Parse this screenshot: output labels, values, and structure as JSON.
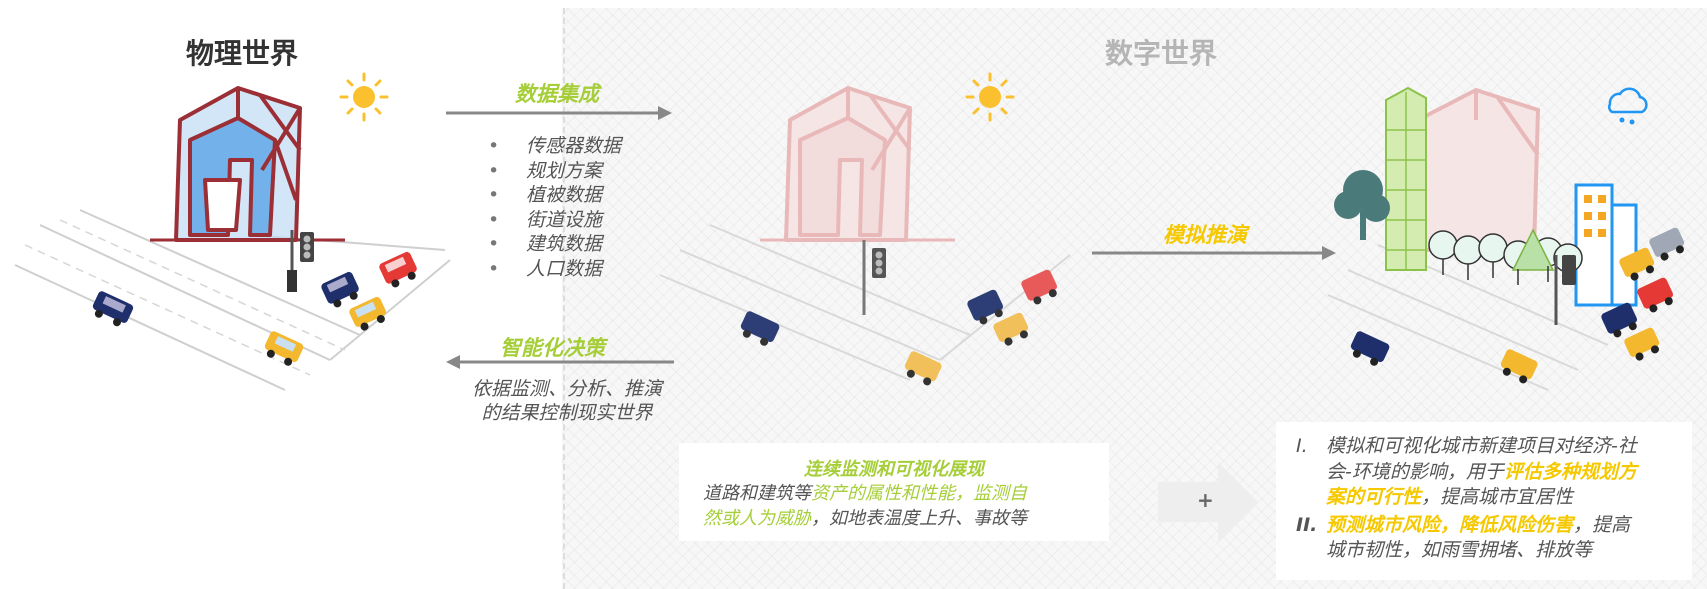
{
  "titles": {
    "physical": "物理世界",
    "digital": "数字世界"
  },
  "arrows": {
    "data_integration": "数据集成",
    "simulation": "模拟推演",
    "intelligent_decision": "智能化决策"
  },
  "data_items": [
    "传感器数据",
    "规划方案",
    "植被数据",
    "街道设施",
    "建筑数据",
    "人口数据"
  ],
  "decision_desc": [
    "依据监测、分析、推演",
    "的结果控制现实世界"
  ],
  "monitor_box": {
    "title": "连续监测和可视化展现",
    "line1_a": "道路和建筑等",
    "line1_b": "资产的属性和性能，监测自",
    "line2_a": "然或人为威胁",
    "line2_b": "，如地表温度上升、事故等"
  },
  "plus_symbol": "+",
  "sim_box": {
    "i_marker": "I.",
    "i_line1": "模拟和可视化城市新建项目对经济-社",
    "i_line2_a": "会-环境的影响，用于",
    "i_line2_b": "评估多种规划方",
    "i_line3_a": "案的可行性",
    "i_line3_b": "，提高城市宜居性",
    "ii_marker": "II.",
    "ii_line1_a": "预测城市风险，降低风险伤害",
    "ii_line1_b": "，提高",
    "ii_line2": "城市韧性，如雨雪拥堵、排放等"
  },
  "colors": {
    "green": "#a6ce39",
    "yellow": "#f5c800",
    "grey": "#555555",
    "building": "#9b2f35"
  }
}
